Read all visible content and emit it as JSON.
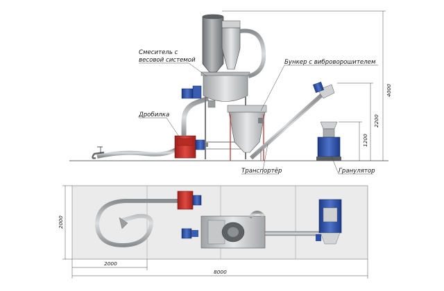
{
  "labels": {
    "mixer_line1": "Смеситель с",
    "mixer_line2": "весовой системой",
    "hopper": "Бункер с виброворошителем",
    "crusher": "Дробилка",
    "conveyor": "Транспортёр",
    "granulator": "Гранулятор"
  },
  "dimensions": {
    "height_total": "4000",
    "height_2200": "2200",
    "height_1200": "1200",
    "plan_depth": "2000",
    "plan_segment": "2000",
    "plan_length": "8000"
  },
  "colors": {
    "motor_blue": "#2b4fa8",
    "crusher_red": "#c8302a",
    "steel_light": "#d4d6d8",
    "steel_dark": "#7d8082",
    "floor": "#e9e9e9"
  }
}
